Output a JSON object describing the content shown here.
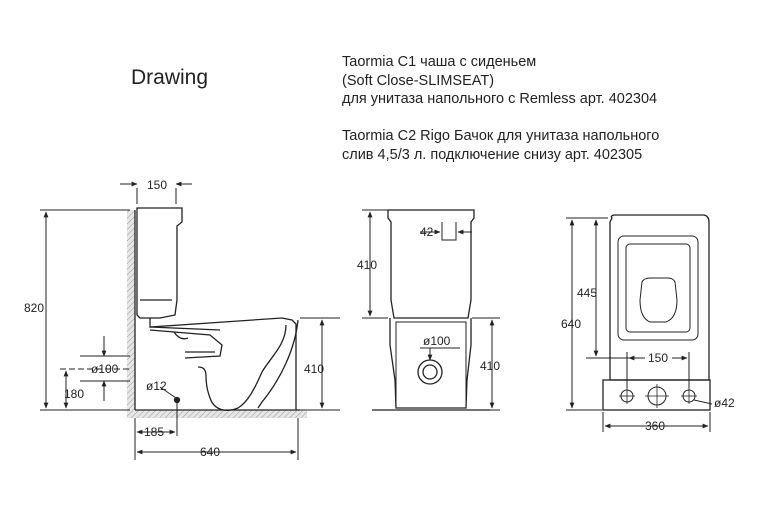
{
  "heading": "Drawing",
  "description": {
    "block1": [
      "Taormia C1 чаша с сиденьем",
      "(Soft Close-SLIMSEAT)",
      "для унитаза напольного с Remless арт. 402304"
    ],
    "block2": [
      "Taormia C2 Rigo Бачок для унитаза напольного",
      "слив 4,5/3 л. подключение снизу арт. 402305"
    ]
  },
  "side_view": {
    "top_width": "150",
    "total_height": "820",
    "bowl_height": "410",
    "drain_diameter": "ø100",
    "drain_height": "180",
    "inlet_diameter": "ø12",
    "inlet_offset": "185",
    "total_depth": "640"
  },
  "front_view": {
    "tank_button": "42",
    "tank_height": "410",
    "drain_diameter": "ø100",
    "bowl_height": "410"
  },
  "top_view": {
    "depth": "640",
    "seat_length": "445",
    "mount_spacing": "150",
    "width": "360",
    "hole_diameter": "ø42"
  }
}
